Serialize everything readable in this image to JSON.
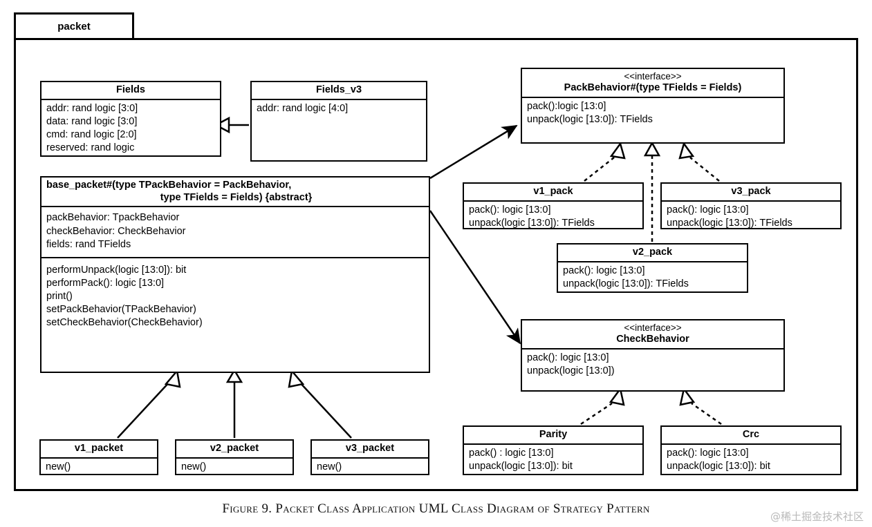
{
  "package": {
    "name": "packet"
  },
  "caption": "Figure 9. Packet Class Application UML Class Diagram of Strategy Pattern",
  "watermark": "@稀土掘金技术社区",
  "colors": {
    "stroke": "#000000",
    "background": "#ffffff",
    "watermark": "#b9b9b9"
  },
  "classes": {
    "fields": {
      "name": "Fields",
      "attributes": [
        "addr: rand logic [3:0]",
        "data: rand logic [3:0]",
        "cmd: rand logic [2:0]",
        "reserved: rand logic"
      ]
    },
    "fields_v3": {
      "name": "Fields_v3",
      "attributes": [
        "addr: rand logic [4:0]"
      ]
    },
    "base_packet": {
      "name_line1": "base_packet#(type TPackBehavior = PackBehavior,",
      "name_line2": "type TFields = Fields) {abstract}",
      "attributes": [
        "packBehavior: TpackBehavior",
        "checkBehavior: CheckBehavior",
        "fields: rand TFields"
      ],
      "operations": [
        "performUnpack(logic [13:0]): bit",
        "performPack(): logic [13:0]",
        "print()",
        "setPackBehavior(TPackBehavior)",
        "setCheckBehavior(CheckBehavior)"
      ]
    },
    "v1_packet": {
      "name": "v1_packet",
      "operations": [
        "new()"
      ]
    },
    "v2_packet": {
      "name": "v2_packet",
      "operations": [
        "new()"
      ]
    },
    "v3_packet": {
      "name": "v3_packet",
      "operations": [
        "new()"
      ]
    },
    "pack_behavior": {
      "stereotype": "<<interface>>",
      "name": "PackBehavior#(type TFields = Fields)",
      "operations": [
        "pack():logic [13:0]",
        "unpack(logic [13:0]): TFields"
      ]
    },
    "v1_pack": {
      "name": "v1_pack",
      "operations": [
        "pack(): logic [13:0]",
        "unpack(logic [13:0]): TFields"
      ]
    },
    "v2_pack": {
      "name": "v2_pack",
      "operations": [
        "pack(): logic [13:0]",
        "unpack(logic [13:0]): TFields"
      ]
    },
    "v3_pack": {
      "name": "v3_pack",
      "operations": [
        "pack(): logic [13:0]",
        "unpack(logic [13:0]): TFields"
      ]
    },
    "check_behavior": {
      "stereotype": "<<interface>>",
      "name": "CheckBehavior",
      "operations": [
        "pack(): logic [13:0]",
        "unpack(logic [13:0])"
      ]
    },
    "parity": {
      "name": "Parity",
      "operations": [
        "pack() : logic [13:0]",
        "unpack(logic [13:0]): bit"
      ]
    },
    "crc": {
      "name": "Crc",
      "operations": [
        "pack(): logic [13:0]",
        "unpack(logic [13:0]): bit"
      ]
    }
  },
  "relations": [
    {
      "id": "fields_v3-to-fields",
      "type": "generalization",
      "from": "Fields_v3",
      "to": "Fields"
    },
    {
      "id": "base_packet-to-pack_behavior",
      "type": "association",
      "from": "base_packet",
      "to": "PackBehavior"
    },
    {
      "id": "base_packet-to-check_behavior",
      "type": "association",
      "from": "base_packet",
      "to": "CheckBehavior"
    },
    {
      "id": "v1_packet-to-base_packet",
      "type": "generalization",
      "from": "v1_packet",
      "to": "base_packet"
    },
    {
      "id": "v2_packet-to-base_packet",
      "type": "generalization",
      "from": "v2_packet",
      "to": "base_packet"
    },
    {
      "id": "v3_packet-to-base_packet",
      "type": "generalization",
      "from": "v3_packet",
      "to": "base_packet"
    },
    {
      "id": "v1_pack-to-pack_behavior",
      "type": "realization",
      "from": "v1_pack",
      "to": "PackBehavior"
    },
    {
      "id": "v2_pack-to-pack_behavior",
      "type": "realization",
      "from": "v2_pack",
      "to": "PackBehavior"
    },
    {
      "id": "v3_pack-to-pack_behavior",
      "type": "realization",
      "from": "v3_pack",
      "to": "PackBehavior"
    },
    {
      "id": "parity-to-check_behavior",
      "type": "realization",
      "from": "Parity",
      "to": "CheckBehavior"
    },
    {
      "id": "crc-to-check_behavior",
      "type": "realization",
      "from": "Crc",
      "to": "CheckBehavior"
    }
  ]
}
